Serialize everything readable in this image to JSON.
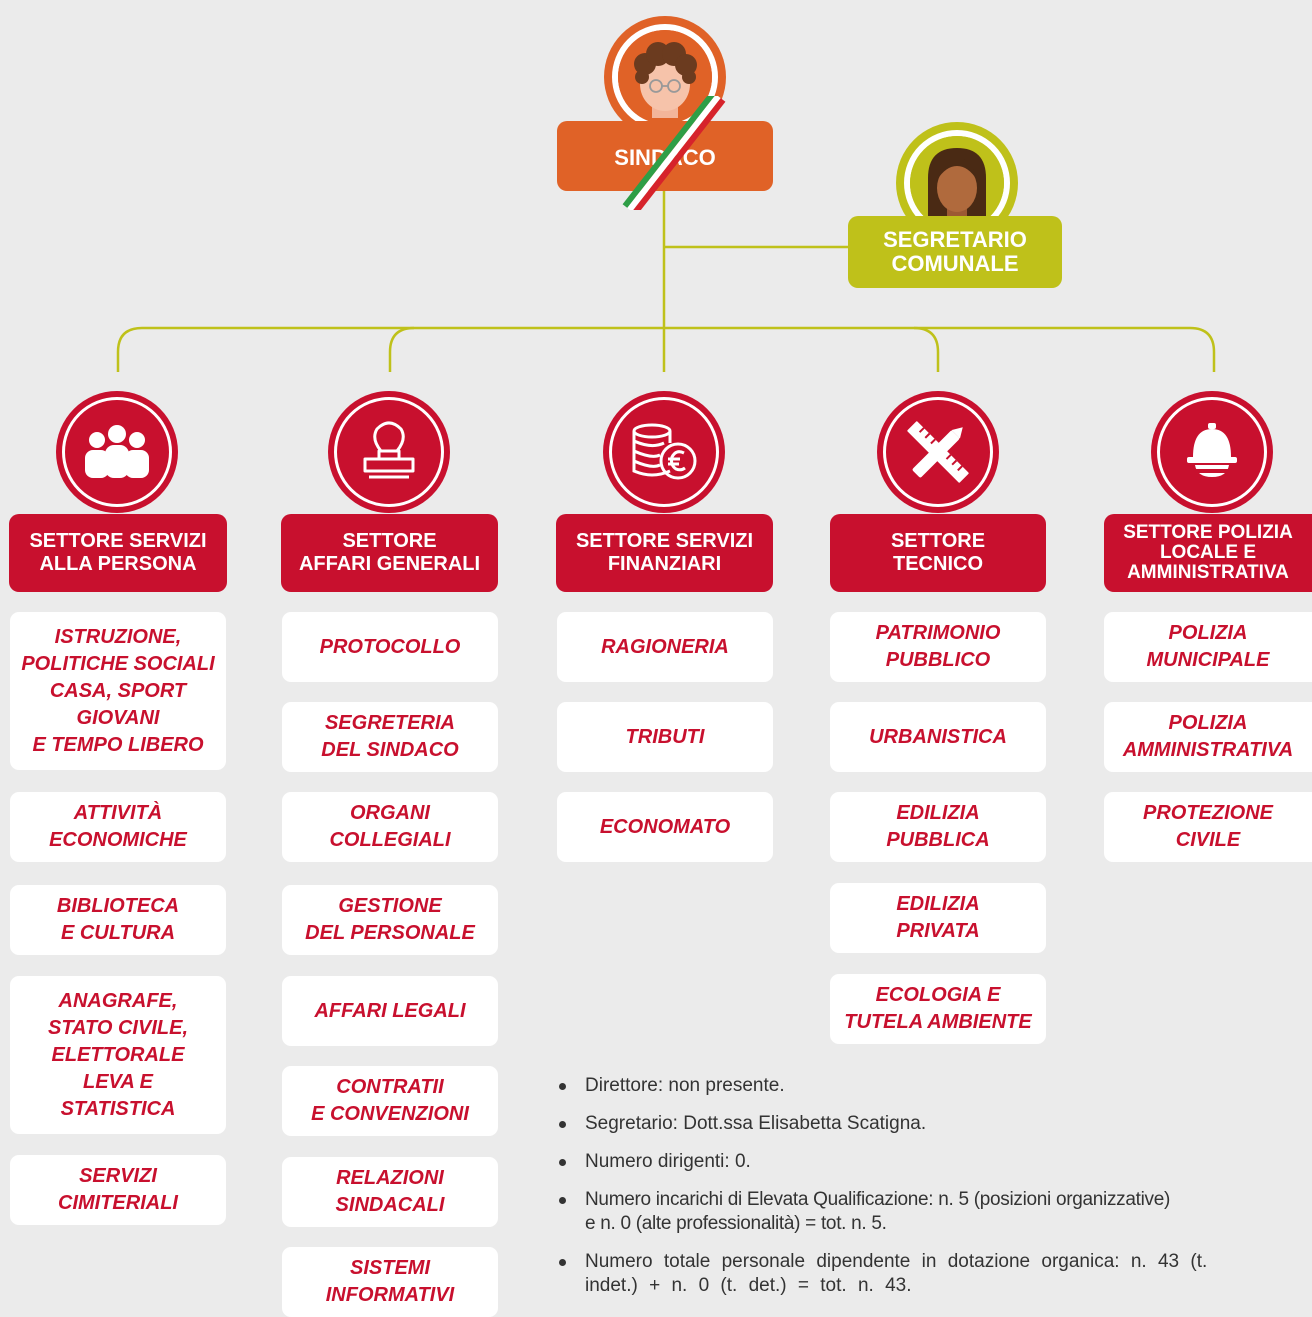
{
  "colors": {
    "background": "#ebebeb",
    "sindaco": "#e06227",
    "segretario": "#bfc11a",
    "sector": "#c8102e",
    "connector": "#bfc11a",
    "unit_text": "#c8102e"
  },
  "sindaco": {
    "label": "SINDACO",
    "icon": "mayor-avatar-icon"
  },
  "segretario": {
    "label": "SEGRETARIO\nCOMUNALE",
    "icon": "secretary-avatar-icon"
  },
  "sectors": [
    {
      "title": "SETTORE SERVIZI\nALLA PERSONA",
      "icon": "people-group-icon",
      "units": [
        "ISTRUZIONE,\nPOLITICHE SOCIALI\nCASA, SPORT\nGIOVANI\nE TEMPO LIBERO",
        "ATTIVITÀ\nECONOMICHE",
        "BIBLIOTECA\nE CULTURA",
        "ANAGRAFE,\nSTATO CIVILE,\nELETTORALE\nLEVA E\nSTATISTICA",
        "SERVIZI\nCIMITERIALI"
      ]
    },
    {
      "title": "SETTORE\nAFFARI GENERALI",
      "icon": "stamp-icon",
      "units": [
        "PROTOCOLLO",
        "SEGRETERIA\nDEL SINDACO",
        "ORGANI\nCOLLEGIALI",
        "GESTIONE\nDEL PERSONALE",
        "AFFARI LEGALI",
        "CONTRATII\nE CONVENZIONI",
        "RELAZIONI\nSINDACALI",
        "SISTEMI\nINFORMATIVI"
      ]
    },
    {
      "title": "SETTORE SERVIZI\nFINANZIARI",
      "icon": "coins-euro-icon",
      "units": [
        "RAGIONERIA",
        "TRIBUTI",
        "ECONOMATO"
      ]
    },
    {
      "title": "SETTORE\nTECNICO",
      "icon": "ruler-pencil-icon",
      "units": [
        "PATRIMONIO\nPUBBLICO",
        "URBANISTICA",
        "EDILIZIA\nPUBBLICA",
        "EDILIZIA\nPRIVATA",
        "ECOLOGIA E\nTUTELA AMBIENTE"
      ]
    },
    {
      "title": "SETTORE POLIZIA\nLOCALE E\nAMMINISTRATIVA",
      "icon": "police-helmet-icon",
      "units": [
        "POLIZIA\nMUNICIPALE",
        "POLIZIA\nAMMINISTRATIVA",
        "PROTEZIONE\nCIVILE"
      ]
    }
  ],
  "info": [
    "Direttore: non presente.",
    "Segretario: Dott.ssa Elisabetta Scatigna.",
    "Numero dirigenti: 0.",
    "Numero incarichi di Elevata Qualificazione: n. 5 (posizioni organizzative)\ne n. 0 (alte professionalità) = tot. n. 5.",
    "Numero totale personale dipendente in dotazione organica: n. 43 (t.\nindet.) + n. 0 (t. det.) = tot. n. 43."
  ]
}
